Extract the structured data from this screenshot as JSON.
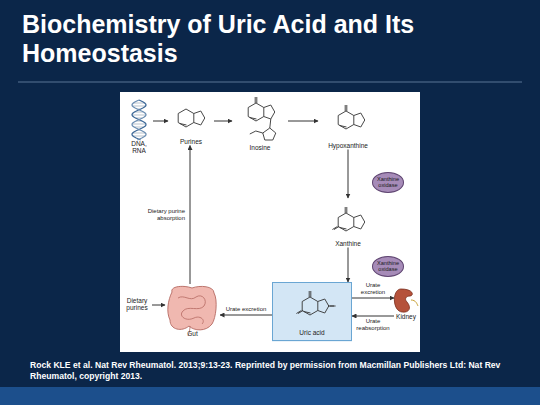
{
  "diagram": {
    "title": "Biochemistry of Uric Acid and Its Homeostasis",
    "caption": "Rock KLE et al. Nat Rev Rheumatol. 2013;9:13-23. Reprinted by permission from Macmillan Publishers Ltd: Nat Rev Rheumatol, copyright 2013.",
    "nodes": [
      {
        "text": [
          "DNA, RNA"
        ]
      },
      {
        "text": [
          "Purines"
        ]
      },
      {
        "text": [
          "Inosine"
        ]
      },
      {
        "text": [
          "Hypoxanthine"
        ]
      },
      {
        "text": [
          "Xanthine oxidase"
        ]
      },
      {
        "text": [
          "Xanthine"
        ]
      },
      {
        "text": [
          "Xanthine oxidase"
        ]
      },
      {
        "text": [
          "Uric acid"
        ]
      },
      {
        "text": [
          "Kidney"
        ]
      },
      {
        "text": [
          "Gut"
        ]
      },
      {
        "text": [
          "Dietary purines"
        ]
      }
    ],
    "edges": [
      {
        "from": 0,
        "to": 1,
        "arrow": "to"
      },
      {
        "from": 1,
        "to": 2,
        "arrow": "to"
      },
      {
        "from": 2,
        "to": 3,
        "arrow": "to"
      },
      {
        "from": 3,
        "to": 5,
        "arrow": "to"
      },
      {
        "from": 5,
        "to": 7,
        "arrow": "to"
      },
      {
        "from": 7,
        "to": 8,
        "label": "Urate excretion",
        "arrow": "to"
      },
      {
        "from": 8,
        "to": 7,
        "label": "Urate reabsorption",
        "arrow": "to"
      },
      {
        "from": 7,
        "to": 9,
        "label": "Urate excretion",
        "arrow": "to"
      },
      {
        "from": 10,
        "to": 9,
        "arrow": "to"
      },
      {
        "from": 9,
        "to": 1,
        "label": "Dietary purine absorption",
        "arrow": "to"
      }
    ]
  }
}
